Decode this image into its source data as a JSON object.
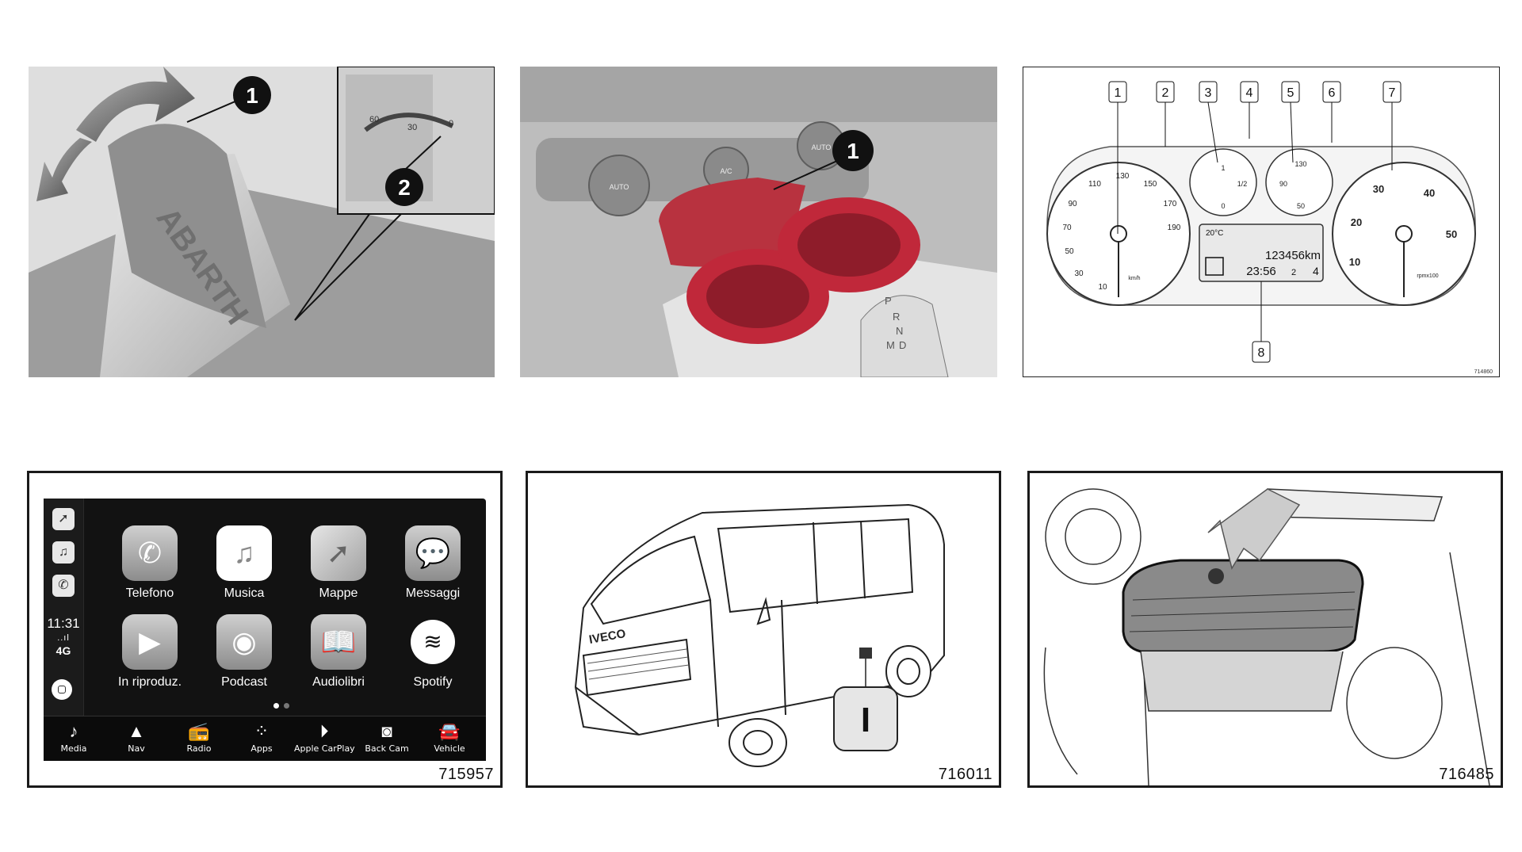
{
  "figures": {
    "headrest": {
      "callouts": [
        "1",
        "2"
      ],
      "brand": "ABARTH",
      "scale_ticks": [
        "60",
        "30",
        "0"
      ]
    },
    "cupholder": {
      "callouts": [
        "1"
      ],
      "knob_labels": [
        "AUTO",
        "A/C",
        "AUTO"
      ],
      "gear_labels": [
        "P",
        "R",
        "N",
        "D",
        "M"
      ]
    },
    "cluster": {
      "callouts": [
        "1",
        "2",
        "3",
        "4",
        "5",
        "6",
        "7",
        "8"
      ],
      "speedo_ticks": [
        "10",
        "30",
        "50",
        "70",
        "90",
        "110",
        "130",
        "150",
        "170",
        "190"
      ],
      "speed_unit": "km/h",
      "tacho_ticks": [
        "10",
        "20",
        "30",
        "40",
        "50"
      ],
      "rpm_unit": "rpmx100",
      "fuel_ticks": [
        "1",
        "1/2",
        "0"
      ],
      "temp_ticks": [
        "90",
        "130",
        "50"
      ],
      "display_temp": "20°C",
      "display_odo": "123456km",
      "display_time": "23:56",
      "display_gear": "4",
      "display_mode": "2",
      "code": "714860"
    },
    "carplay": {
      "code": "715957",
      "clock": "11:31",
      "signal": "..ıl",
      "network": "4G",
      "apps": [
        {
          "label": "Telefono",
          "icon": "phone-icon",
          "glyph": "✆"
        },
        {
          "label": "Musica",
          "icon": "music-icon",
          "glyph": "♫"
        },
        {
          "label": "Mappe",
          "icon": "maps-icon",
          "glyph": "➚"
        },
        {
          "label": "Messaggi",
          "icon": "messages-icon",
          "glyph": "💬"
        },
        {
          "label": "In riproduz.",
          "icon": "now-playing-icon",
          "glyph": "▶"
        },
        {
          "label": "Podcast",
          "icon": "podcast-icon",
          "glyph": "◉"
        },
        {
          "label": "Audiolibri",
          "icon": "audiobooks-icon",
          "glyph": "📖"
        },
        {
          "label": "Spotify",
          "icon": "spotify-icon",
          "glyph": "≋"
        }
      ],
      "side_icons": [
        {
          "icon": "maps-icon",
          "glyph": "➚"
        },
        {
          "icon": "music-icon",
          "glyph": "♫"
        },
        {
          "icon": "phone-icon",
          "glyph": "✆"
        }
      ],
      "bar": [
        {
          "label": "Media",
          "icon": "music-note-icon",
          "glyph": "♪"
        },
        {
          "label": "Nav",
          "icon": "navigation-arrow-icon",
          "glyph": "▲"
        },
        {
          "label": "Radio",
          "icon": "radio-icon",
          "glyph": "📻"
        },
        {
          "label": "Apps",
          "icon": "apps-icon",
          "glyph": "⁘"
        },
        {
          "label": "Apple CarPlay",
          "icon": "carplay-play-icon",
          "glyph": "⏵"
        },
        {
          "label": "Back Cam",
          "icon": "camera-icon",
          "glyph": "◙"
        },
        {
          "label": "Vehicle",
          "icon": "vehicle-icon",
          "glyph": "🚘"
        }
      ]
    },
    "van": {
      "code": "716011",
      "callout": "I",
      "brand": "IVECO"
    },
    "battery": {
      "code": "716485"
    }
  }
}
